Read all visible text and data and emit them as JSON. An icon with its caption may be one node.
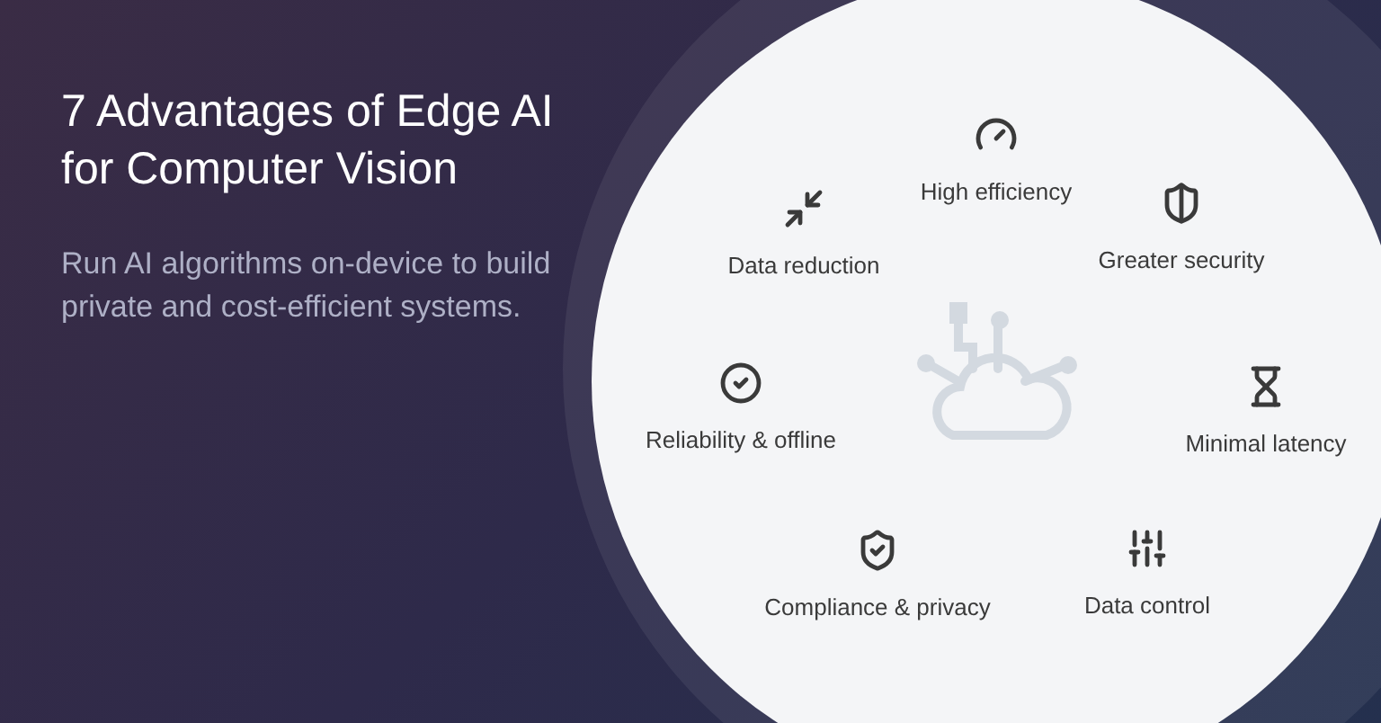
{
  "diagram": {
    "title": "7 Advantages of Edge AI for Computer Vision",
    "labels": [
      "Run AI algorithms on-device to build private and cost-efficient systems.",
      "High efficiency",
      "Data reduction",
      "Greater security",
      "Reliability & offline",
      "Minimal latency",
      "Compliance & privacy",
      "Data control"
    ]
  }
}
